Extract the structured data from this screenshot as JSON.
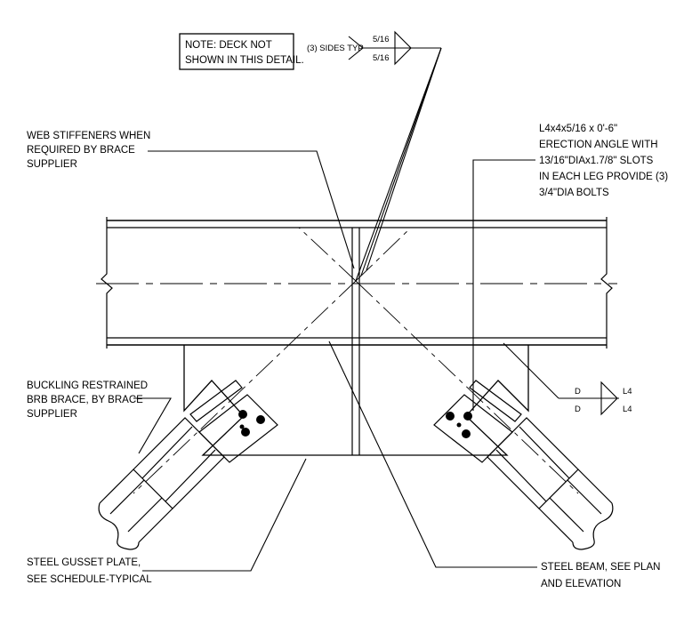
{
  "note": {
    "line1": "NOTE:  DECK NOT",
    "line2": "SHOWN IN THIS DETAIL."
  },
  "weld_top": {
    "sides": "(3) SIDES TYP",
    "size_upper": "5/16",
    "size_lower": "5/16"
  },
  "web_stiffeners": [
    "WEB STIFFENERS WHEN",
    "REQUIRED BY BRACE",
    "SUPPLIER"
  ],
  "erection_angle": [
    "L4x4x5/16 x 0'-6\"",
    "ERECTION ANGLE WITH",
    "13/16\"DIAx1.7/8\" SLOTS",
    "IN EACH LEG PROVIDE (3)",
    "3/4\"DIA BOLTS"
  ],
  "brace": [
    "BUCKLING RESTRAINED",
    "BRB BRACE, BY BRACE",
    "SUPPLIER"
  ],
  "weld_right": {
    "upper_left": "D",
    "lower_left": "D",
    "upper_right": "L4",
    "lower_right": "L4"
  },
  "gusset": [
    "STEEL GUSSET PLATE,",
    "SEE SCHEDULE-TYPICAL"
  ],
  "beam": [
    "STEEL BEAM, SEE PLAN",
    "AND ELEVATION"
  ]
}
